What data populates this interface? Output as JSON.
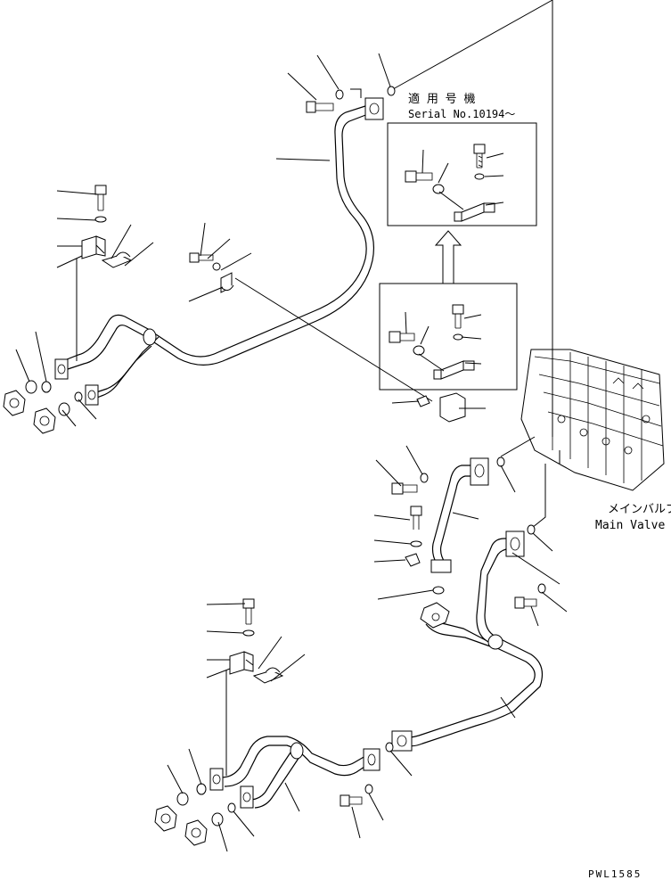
{
  "inset": {
    "title_jp": "適 用 号 機",
    "serial": "Serial No.10194～"
  },
  "main_valve": {
    "label_jp": "メインバルブ",
    "label_en": "Main Valve"
  },
  "drawing_code": "PWL1585"
}
